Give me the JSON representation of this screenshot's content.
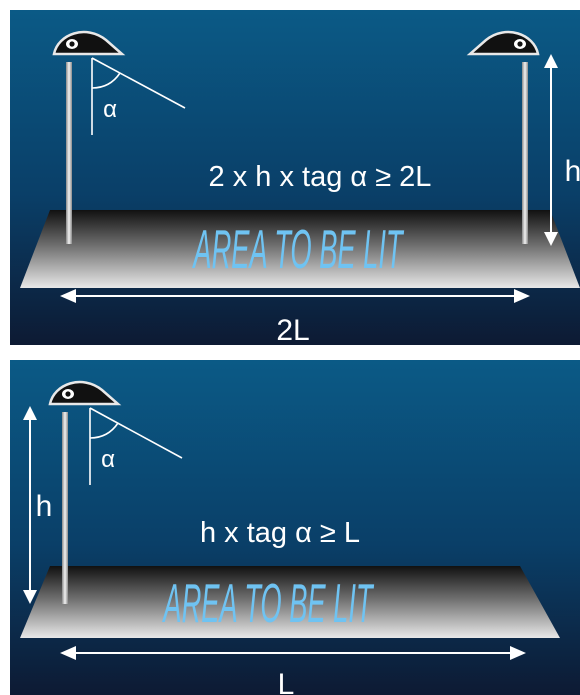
{
  "top_panel": {
    "alpha": "α",
    "height_label": "h",
    "formula": "2 x h x tag α ≥ 2L",
    "area_text": "AREA TO BE LIT",
    "width_label": "2L"
  },
  "bottom_panel": {
    "alpha": "α",
    "height_label": "h",
    "formula": "h x tag α ≥ L",
    "area_text": "AREA TO BE LIT",
    "width_label": "L"
  },
  "colors": {
    "background_top": "#0b5a86",
    "background_bottom": "#0d1a33",
    "area_text": "#6fc3f2",
    "lines": "#ffffff"
  }
}
